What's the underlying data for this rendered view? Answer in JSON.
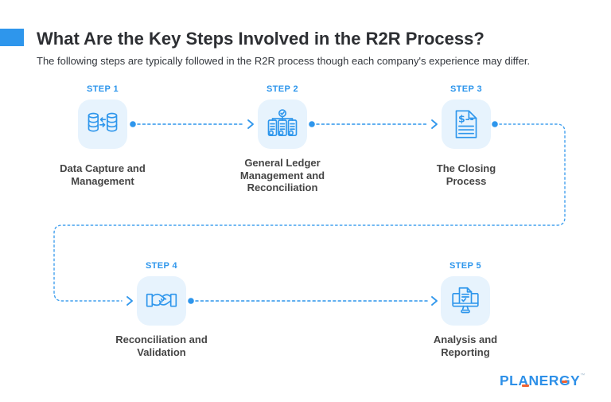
{
  "header": {
    "title": "What Are the Key Steps Involved in the R2R Process?",
    "subtitle": "The following steps are typically followed in the R2R process though each company's experience may differ."
  },
  "steps": [
    {
      "label": "STEP 1",
      "name": "Data Capture and Management",
      "icon": "database-sync-icon"
    },
    {
      "label": "STEP 2",
      "name": "General Ledger Management and Reconciliation",
      "icon": "ledger-checklist-hierarchy-icon"
    },
    {
      "label": "STEP 3",
      "name": "The Closing Process",
      "icon": "financial-document-icon"
    },
    {
      "label": "STEP 4",
      "name": "Reconciliation and Validation",
      "icon": "handshake-icon"
    },
    {
      "label": "STEP 5",
      "name": "Analysis and Reporting",
      "icon": "report-monitor-icon"
    }
  ],
  "logo": {
    "text": "PLANERGY",
    "trademark": "™"
  },
  "colors": {
    "accent_blue": "#2E96EC",
    "icon_background": "#E7F3FD",
    "title_text": "#2d2f33",
    "step_name_text": "#454545",
    "logo_blue": "#2E90E8",
    "logo_orange": "#F2622F"
  }
}
